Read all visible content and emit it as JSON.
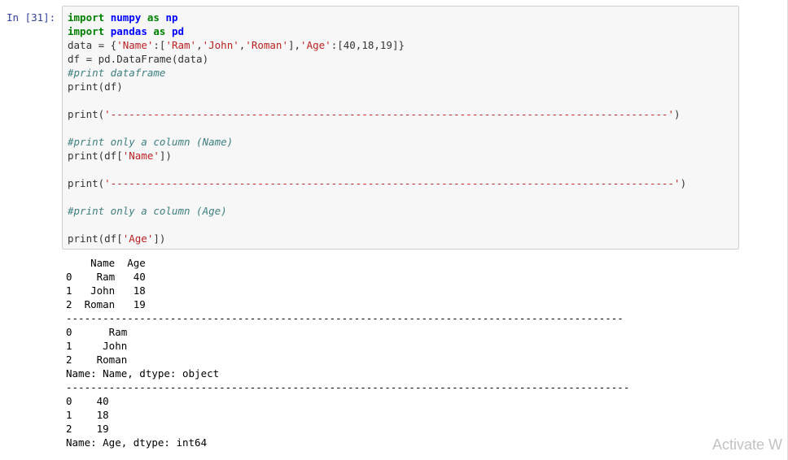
{
  "cell": {
    "prompt": "In [31]:",
    "code_lines": [
      [
        {
          "t": "import",
          "c": "kw"
        },
        {
          "t": " ",
          "c": ""
        },
        {
          "t": "numpy",
          "c": "mod"
        },
        {
          "t": " ",
          "c": ""
        },
        {
          "t": "as",
          "c": "kw"
        },
        {
          "t": " ",
          "c": ""
        },
        {
          "t": "np",
          "c": "mod"
        }
      ],
      [
        {
          "t": "import",
          "c": "kw"
        },
        {
          "t": " ",
          "c": ""
        },
        {
          "t": "pandas",
          "c": "mod"
        },
        {
          "t": " ",
          "c": ""
        },
        {
          "t": "as",
          "c": "kw"
        },
        {
          "t": " ",
          "c": ""
        },
        {
          "t": "pd",
          "c": "mod"
        }
      ],
      [
        {
          "t": "data = {",
          "c": ""
        },
        {
          "t": "'Name'",
          "c": "str"
        },
        {
          "t": ":[",
          "c": ""
        },
        {
          "t": "'Ram'",
          "c": "str"
        },
        {
          "t": ",",
          "c": ""
        },
        {
          "t": "'John'",
          "c": "str"
        },
        {
          "t": ",",
          "c": ""
        },
        {
          "t": "'Roman'",
          "c": "str"
        },
        {
          "t": "],",
          "c": ""
        },
        {
          "t": "'Age'",
          "c": "str"
        },
        {
          "t": ":[40,18,19]}",
          "c": ""
        }
      ],
      [
        {
          "t": "df = pd.DataFrame(data)",
          "c": ""
        }
      ],
      [
        {
          "t": "#print dataframe",
          "c": "cm"
        }
      ],
      [
        {
          "t": "print",
          "c": ""
        },
        {
          "t": "(df)",
          "c": ""
        }
      ],
      [
        {
          "t": "",
          "c": ""
        }
      ],
      [
        {
          "t": "print(",
          "c": ""
        },
        {
          "t": "'-------------------------------------------------------------------------------------------'",
          "c": "str"
        },
        {
          "t": ")",
          "c": ""
        }
      ],
      [
        {
          "t": "",
          "c": ""
        }
      ],
      [
        {
          "t": "#print only a column (Name)",
          "c": "cm"
        }
      ],
      [
        {
          "t": "print(df[",
          "c": ""
        },
        {
          "t": "'Name'",
          "c": "str"
        },
        {
          "t": "])",
          "c": ""
        }
      ],
      [
        {
          "t": "",
          "c": ""
        }
      ],
      [
        {
          "t": "print(",
          "c": ""
        },
        {
          "t": "'--------------------------------------------------------------------------------------------'",
          "c": "str"
        },
        {
          "t": ")",
          "c": ""
        }
      ],
      [
        {
          "t": "",
          "c": ""
        }
      ],
      [
        {
          "t": "#print only a column (Age)",
          "c": "cm"
        }
      ],
      [
        {
          "t": "",
          "c": ""
        }
      ],
      [
        {
          "t": "print(df[",
          "c": ""
        },
        {
          "t": "'Age'",
          "c": "str"
        },
        {
          "t": "])",
          "c": ""
        }
      ]
    ]
  },
  "output": {
    "lines": [
      "    Name  Age",
      "0    Ram   40",
      "1   John   18",
      "2  Roman   19",
      "-------------------------------------------------------------------------------------------",
      "0      Ram",
      "1     John",
      "2    Roman",
      "Name: Name, dtype: object",
      "--------------------------------------------------------------------------------------------",
      "0    40",
      "1    18",
      "2    19",
      "Name: Age, dtype: int64"
    ]
  },
  "watermark": "Activate W"
}
